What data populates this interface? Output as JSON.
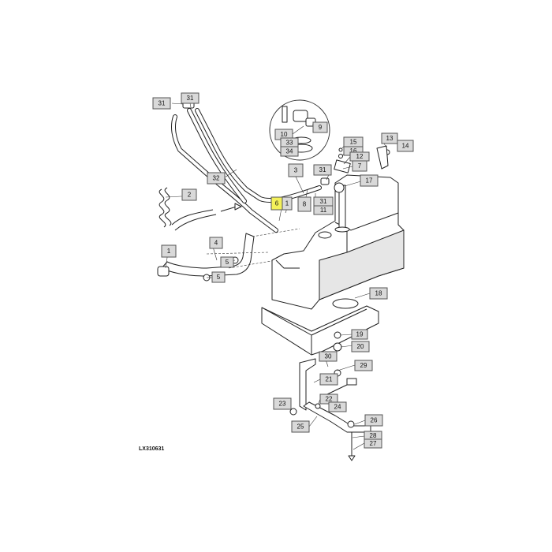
{
  "figure_code": "LX310631",
  "highlight_color": "#f4f15a",
  "callout_color": "#d9d9d9",
  "highlighted_part": "6",
  "callouts": [
    {
      "label": "31"
    },
    {
      "label": "31"
    },
    {
      "label": "32"
    },
    {
      "label": "2"
    },
    {
      "label": "10"
    },
    {
      "label": "9"
    },
    {
      "label": "33"
    },
    {
      "label": "34"
    },
    {
      "label": "15"
    },
    {
      "label": "16"
    },
    {
      "label": "12"
    },
    {
      "label": "13"
    },
    {
      "label": "14"
    },
    {
      "label": "7"
    },
    {
      "label": "31"
    },
    {
      "label": "3"
    },
    {
      "label": "17"
    },
    {
      "label": "6"
    },
    {
      "label": "1"
    },
    {
      "label": "8"
    },
    {
      "label": "31"
    },
    {
      "label": "11"
    },
    {
      "label": "4"
    },
    {
      "label": "5"
    },
    {
      "label": "1"
    },
    {
      "label": "5"
    },
    {
      "label": "18"
    },
    {
      "label": "19"
    },
    {
      "label": "20"
    },
    {
      "label": "30"
    },
    {
      "label": "29"
    },
    {
      "label": "21"
    },
    {
      "label": "22"
    },
    {
      "label": "24"
    },
    {
      "label": "23"
    },
    {
      "label": "25"
    },
    {
      "label": "26"
    },
    {
      "label": "28"
    },
    {
      "label": "27"
    }
  ]
}
